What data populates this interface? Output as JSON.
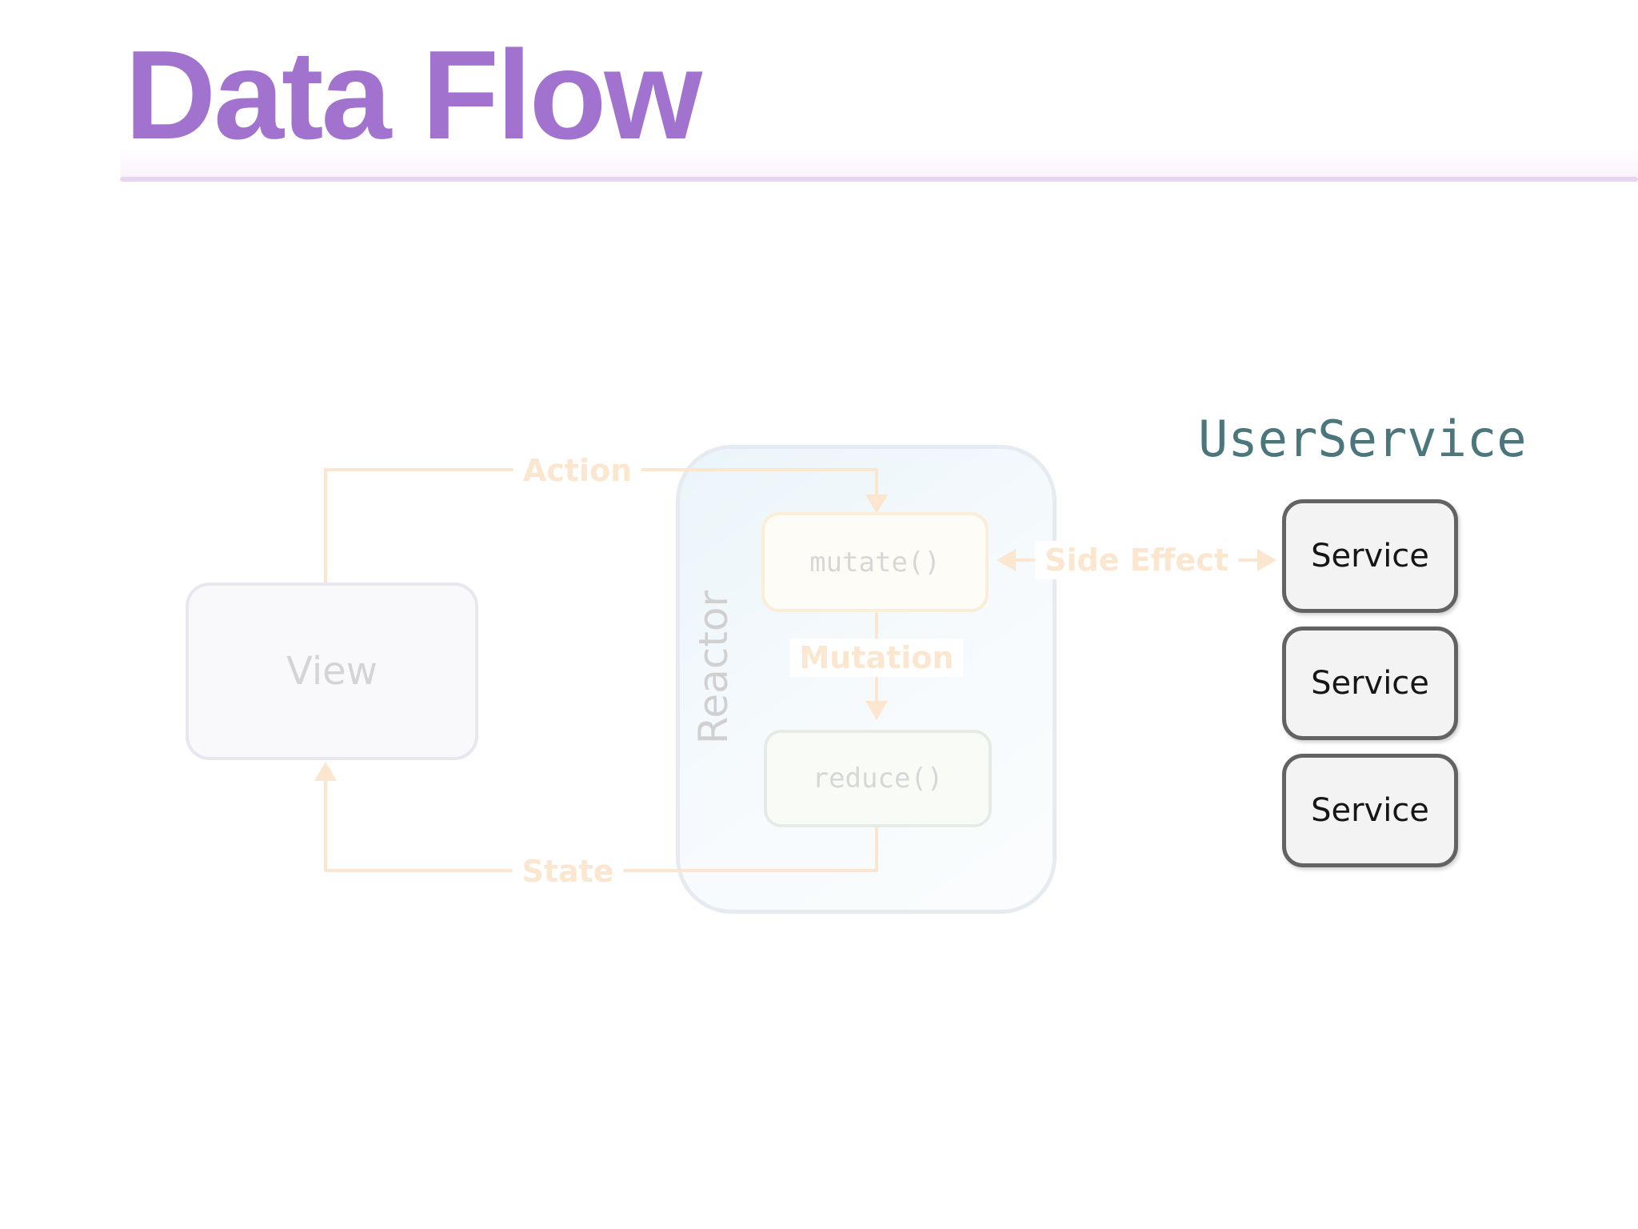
{
  "slide": {
    "title": "Data Flow"
  },
  "diagram": {
    "view_label": "View",
    "reactor_label": "Reactor",
    "mutate_label": "mutate()",
    "reduce_label": "reduce()",
    "action_label": "Action",
    "mutation_label": "Mutation",
    "state_label": "State",
    "side_effect_label": "Side Effect"
  },
  "user_service": {
    "title": "UserService",
    "services": [
      {
        "label": "Service"
      },
      {
        "label": "Service"
      },
      {
        "label": "Service"
      }
    ]
  },
  "colors": {
    "title-purple": "#a173cf",
    "underline-purple": "#e9d5f2",
    "accent-orange": "#ef8f2e",
    "teal-heading": "#4a767c",
    "service-border": "#636363",
    "service-fill": "#f4f3f4"
  }
}
